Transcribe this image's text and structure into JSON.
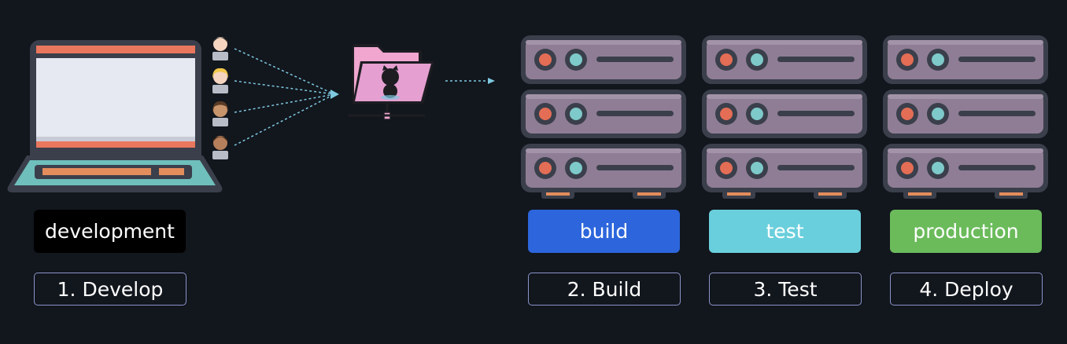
{
  "develop": {
    "env_label": "development",
    "step_label": "1. Develop",
    "developers": [
      {
        "icon": "developer-icon"
      },
      {
        "icon": "developer-icon"
      },
      {
        "icon": "developer-icon"
      },
      {
        "icon": "developer-icon"
      }
    ]
  },
  "repository": {
    "icon": "github-folder-icon"
  },
  "stages": [
    {
      "env_label": "build",
      "step_label": "2. Build",
      "color": "#2d66dc"
    },
    {
      "env_label": "test",
      "step_label": "3. Test",
      "color": "#6acfdc"
    },
    {
      "env_label": "production",
      "step_label": "4. Deploy",
      "color": "#6bbb5b"
    }
  ],
  "colors": {
    "background": "#12161d",
    "server_body": "#8f7d95",
    "server_outline": "#3a3f4b",
    "led_red": "#e36d55",
    "led_teal": "#7ec9c9",
    "laptop_frame": "#3a3f4b",
    "laptop_stripe": "#e9775e",
    "laptop_base": "#6fbfbc",
    "connector": "#7ec9e0"
  }
}
